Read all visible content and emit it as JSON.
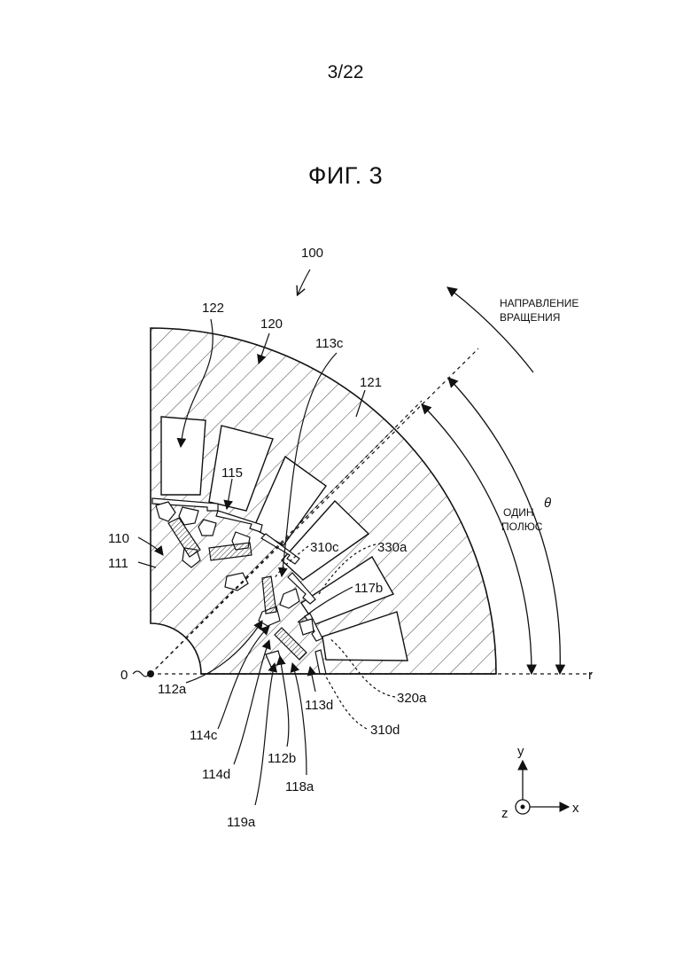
{
  "page_number": "3/22",
  "figure_title": "ФИГ. 3",
  "captions": {
    "rotation_line1": "НАПРАВЛЕНИЕ",
    "rotation_line2": "ВРАЩЕНИЯ",
    "pole_line1": "ОДИН",
    "pole_line2": "ПОЛЮС",
    "theta": "θ"
  },
  "reference_labels": {
    "l100": "100",
    "l122": "122",
    "l120": "120",
    "l113c": "113c",
    "l121": "121",
    "l115": "115",
    "l110": "110",
    "l111": "111",
    "l310c": "310c",
    "l330a": "330a",
    "l117b": "117b",
    "l0": "0",
    "lr": "r",
    "l112a": "112a",
    "l113d": "113d",
    "l320a": "320a",
    "l310d": "310d",
    "l114c": "114c",
    "l112b": "112b",
    "l114d": "114d",
    "l118a": "118a",
    "l119a": "119a"
  },
  "axes": {
    "x": "x",
    "y": "y",
    "z": "z"
  }
}
